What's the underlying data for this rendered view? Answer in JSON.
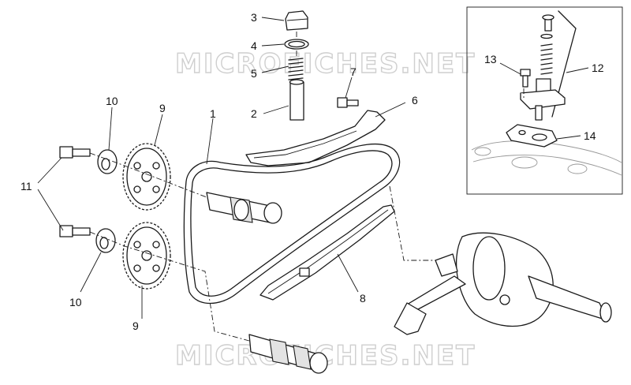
{
  "watermark": {
    "text": "MICROFICHES.NET",
    "color": "#cfcfcf"
  },
  "callouts": [
    {
      "id": "1",
      "label": "1"
    },
    {
      "id": "2",
      "label": "2"
    },
    {
      "id": "3",
      "label": "3"
    },
    {
      "id": "4",
      "label": "4"
    },
    {
      "id": "5",
      "label": "5"
    },
    {
      "id": "6",
      "label": "6"
    },
    {
      "id": "7",
      "label": "7"
    },
    {
      "id": "8",
      "label": "8"
    },
    {
      "id": "9a",
      "label": "9"
    },
    {
      "id": "9b",
      "label": "9"
    },
    {
      "id": "10a",
      "label": "10"
    },
    {
      "id": "10b",
      "label": "10"
    },
    {
      "id": "11",
      "label": "11"
    },
    {
      "id": "12",
      "label": "12"
    },
    {
      "id": "13",
      "label": "13"
    },
    {
      "id": "14",
      "label": "14"
    }
  ],
  "colors": {
    "line": "#1a1a1a",
    "background": "#ffffff",
    "shade": "#e3e3e3"
  }
}
